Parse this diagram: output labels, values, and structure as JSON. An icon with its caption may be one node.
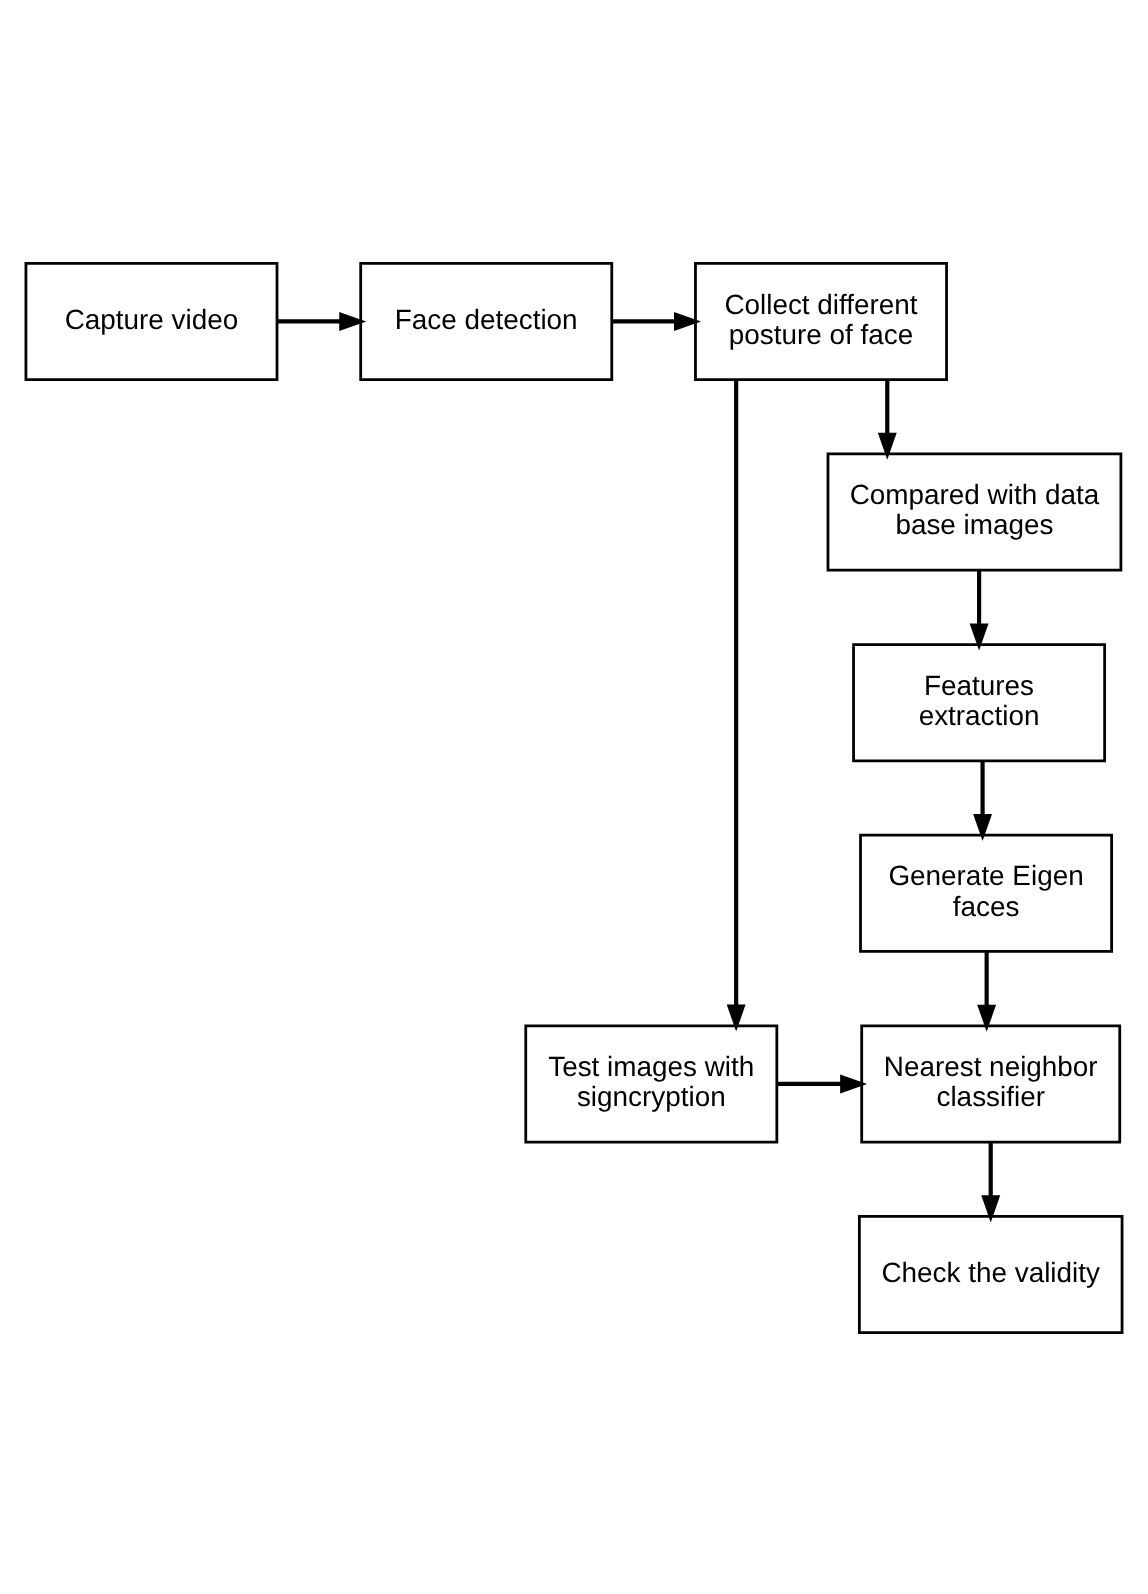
{
  "diagram": {
    "nodes": [
      {
        "text": [
          "Capture video"
        ]
      },
      {
        "text": [
          "Face detection"
        ]
      },
      {
        "text": [
          "Collect different posture of face"
        ]
      },
      {
        "text": [
          "Compared with data base images"
        ]
      },
      {
        "text": [
          "Features extraction"
        ]
      },
      {
        "text": [
          "Generate Eigen faces"
        ]
      },
      {
        "text": [
          "Test images with signcryption"
        ]
      },
      {
        "text": [
          "Nearest neighbor classifier"
        ]
      },
      {
        "text": [
          "Check the validity"
        ]
      }
    ],
    "edges": [
      {
        "from": 0,
        "to": 1,
        "arrow": "to"
      },
      {
        "from": 1,
        "to": 2,
        "arrow": "to"
      },
      {
        "from": 2,
        "to": 3,
        "arrow": "to"
      },
      {
        "from": 2,
        "to": 6,
        "arrow": "to"
      },
      {
        "from": 3,
        "to": 4,
        "arrow": "to"
      },
      {
        "from": 4,
        "to": 5,
        "arrow": "to"
      },
      {
        "from": 5,
        "to": 7,
        "arrow": "to"
      },
      {
        "from": 6,
        "to": 7,
        "arrow": "to"
      },
      {
        "from": 7,
        "to": 8,
        "arrow": "to"
      }
    ]
  }
}
